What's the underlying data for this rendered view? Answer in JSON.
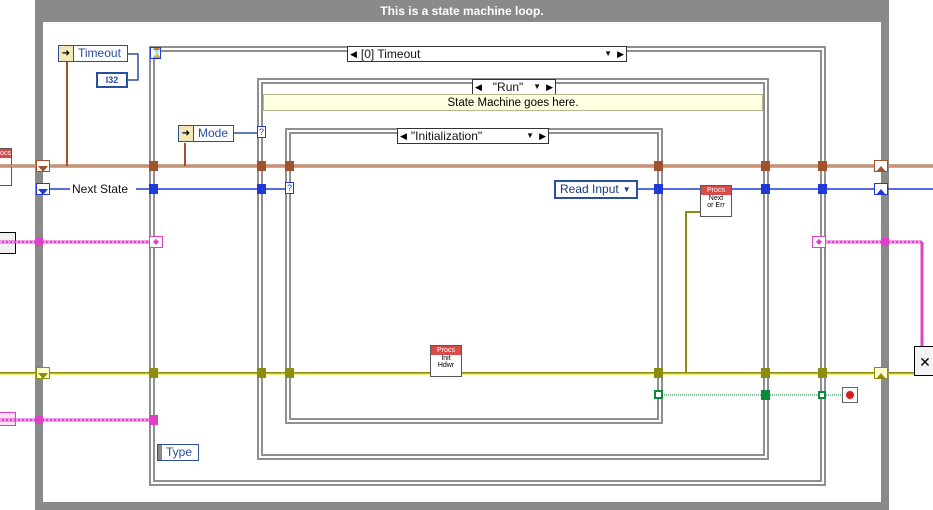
{
  "loop": {
    "title": "This is a state machine loop."
  },
  "timeout_control": {
    "label": "Timeout",
    "const_label": "I32"
  },
  "outer_case": {
    "selector": "[0] Timeout"
  },
  "run_case": {
    "selector": "\"Run\"",
    "comment": "State Machine goes here."
  },
  "mode_control": {
    "label": "Mode"
  },
  "init_case": {
    "selector": "\"Initialization\""
  },
  "next_state": {
    "label": "Next State"
  },
  "read_input": {
    "label": "Read Input"
  },
  "subvi_next": {
    "header": "Procs",
    "line1": "Next",
    "line2": "or Err"
  },
  "subvi_init": {
    "header": "Procs",
    "line1": "Init",
    "line2": "Hdwr"
  },
  "left_subvi": {
    "header": "Procs"
  },
  "type_control": {
    "label": "Type"
  },
  "colors": {
    "loop_border": "#8a8a8a",
    "orange_wire": "#a0522d",
    "blue_wire": "#1f3ad6",
    "pink_wire": "#e040c8",
    "olive_wire": "#8c8c10",
    "green_wire": "#0a8a3a"
  }
}
